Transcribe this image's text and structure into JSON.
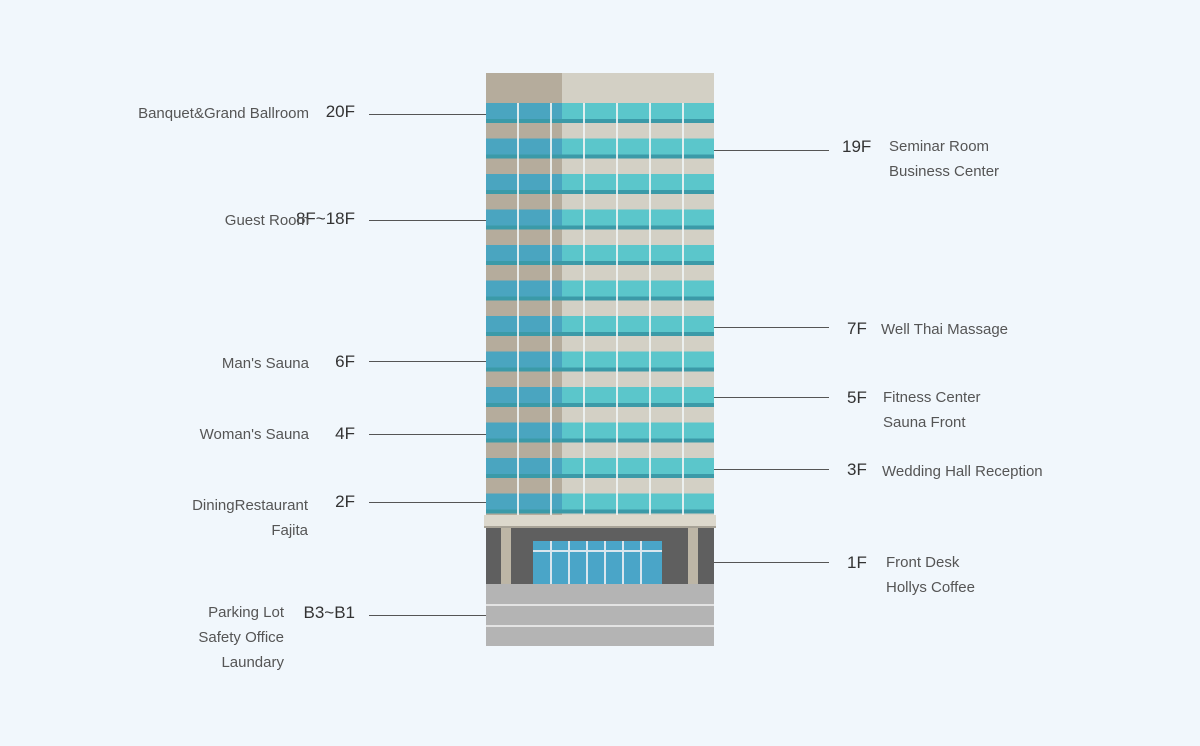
{
  "floors_left": [
    {
      "floor": "20F",
      "lines": [
        "Banquet&Grand Ballroom"
      ]
    },
    {
      "floor": "8F~18F",
      "lines": [
        "Guest Room"
      ]
    },
    {
      "floor": "6F",
      "lines": [
        "Man's Sauna"
      ]
    },
    {
      "floor": "4F",
      "lines": [
        "Woman's Sauna"
      ]
    },
    {
      "floor": "2F",
      "lines": [
        "DiningRestaurant",
        "Fajita"
      ]
    },
    {
      "floor": "B3~B1",
      "lines": [
        "Parking Lot",
        "Safety Office",
        "Laundary"
      ]
    }
  ],
  "floors_right": [
    {
      "floor": "19F",
      "lines": [
        "Seminar Room",
        "Business Center"
      ]
    },
    {
      "floor": "7F",
      "lines": [
        "Well Thai Massage"
      ]
    },
    {
      "floor": "5F",
      "lines": [
        "Fitness Center",
        "Sauna Front"
      ]
    },
    {
      "floor": "3F",
      "lines": [
        "Wedding Hall Reception"
      ]
    },
    {
      "floor": "1F",
      "lines": [
        "Front Desk",
        "Hollys Coffee"
      ]
    }
  ],
  "colors": {
    "background": "#f1f7fc",
    "roof_dark": "#b5ac9c",
    "roof_light": "#d3d0c5",
    "glass_light": "#5bc6cb",
    "glass_dark": "#4aa5c0",
    "glass_band": "#3b9aa8",
    "lobby_wall": "#5f5f5f",
    "lobby_glass": "#4aa5c8",
    "basement": "#b4b4b4"
  }
}
